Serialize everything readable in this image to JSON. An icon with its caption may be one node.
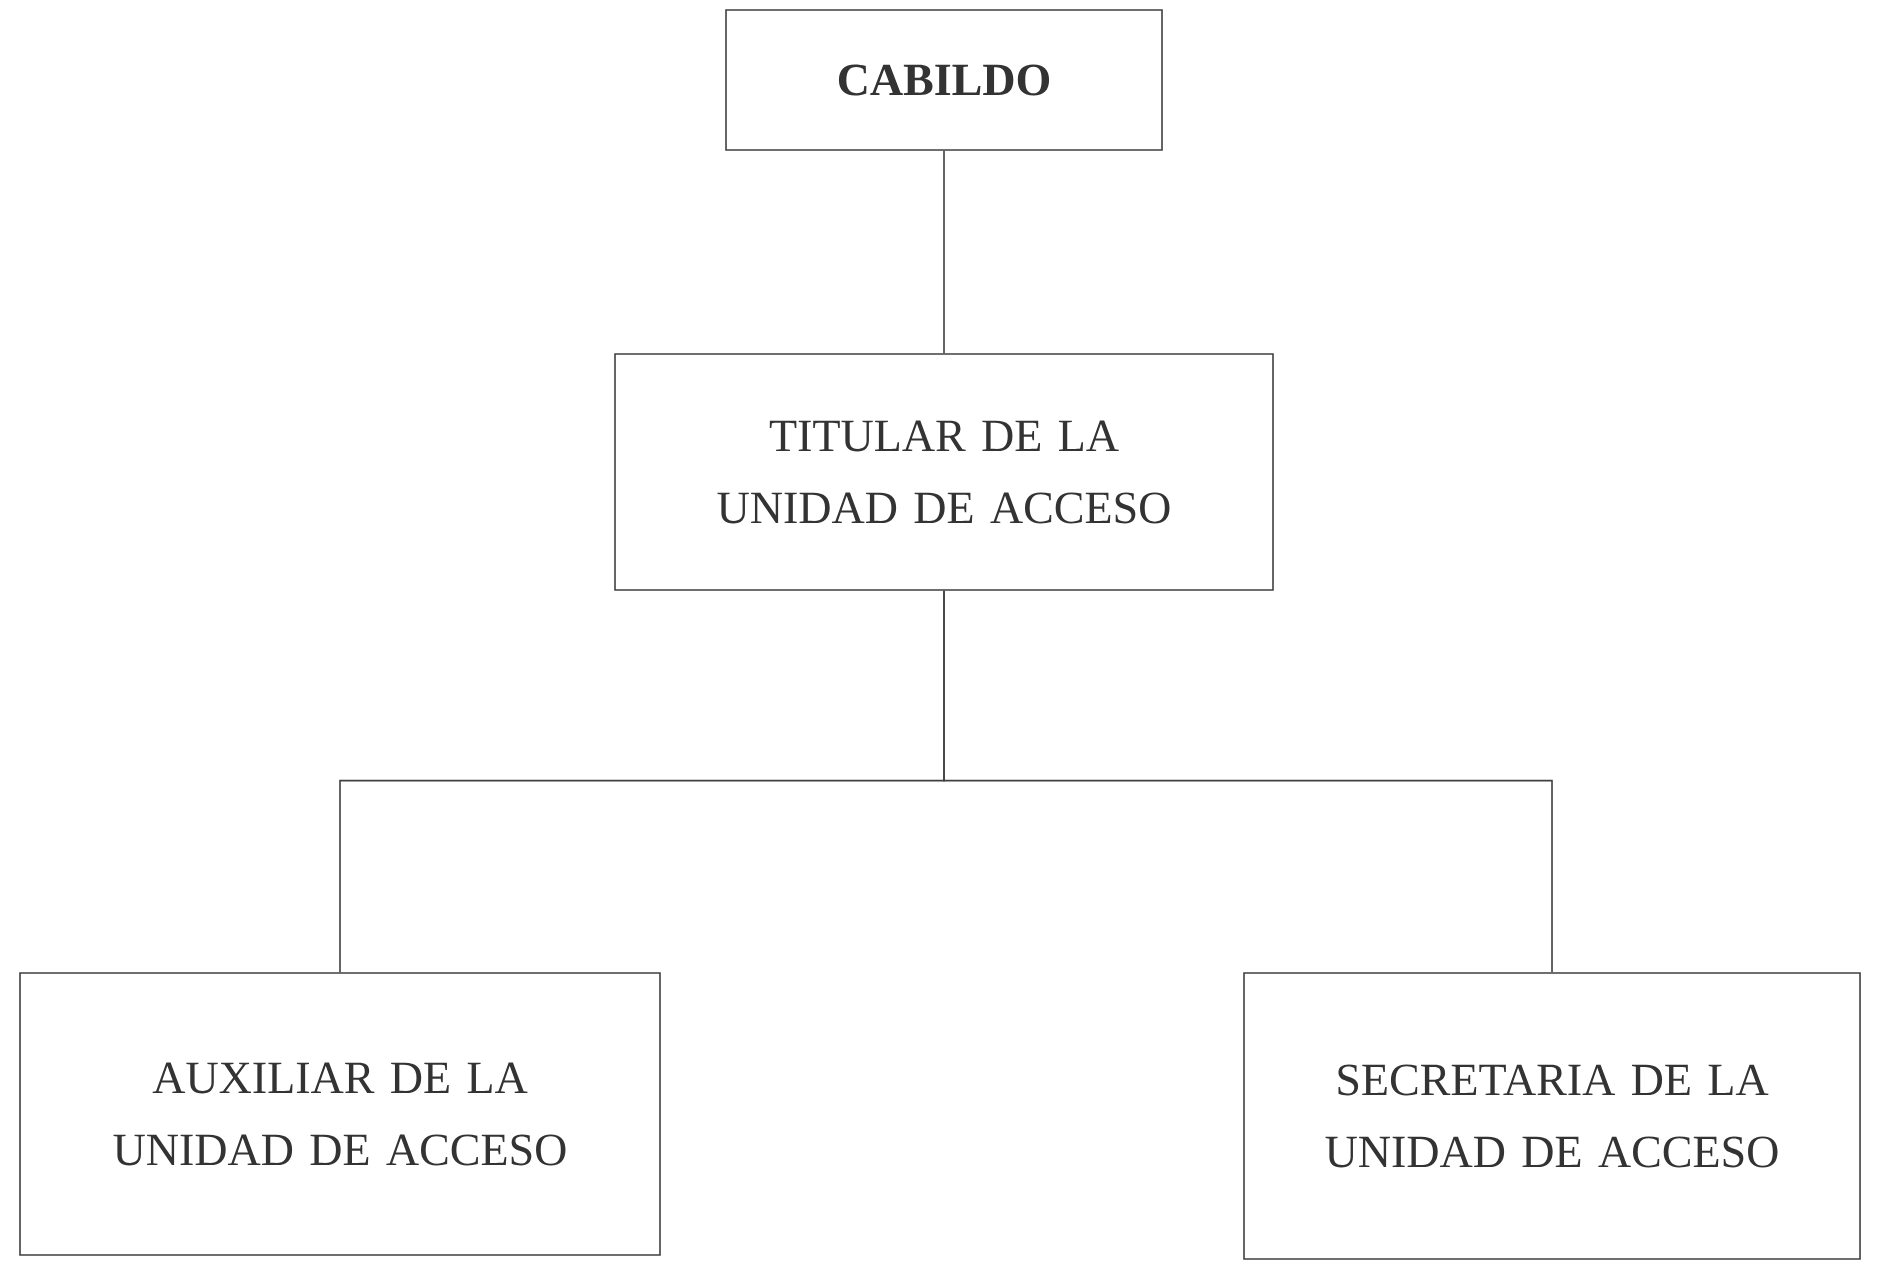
{
  "diagram": {
    "nodes": [
      {
        "text": [
          "CABILDO"
        ]
      },
      {
        "text": [
          "TITULAR DE LA UNIDAD DE ACCESO"
        ]
      },
      {
        "text": [
          "AUXILIAR DE LA UNIDAD DE ACCESO"
        ]
      },
      {
        "text": [
          "SECRETARIA DE LA UNIDAD DE ACCESO"
        ]
      }
    ],
    "edges": [
      {
        "from": 0,
        "to": 1,
        "arrow": "none"
      },
      {
        "from": 1,
        "to": 2,
        "arrow": "none"
      },
      {
        "from": 1,
        "to": 3,
        "arrow": "none"
      }
    ]
  }
}
